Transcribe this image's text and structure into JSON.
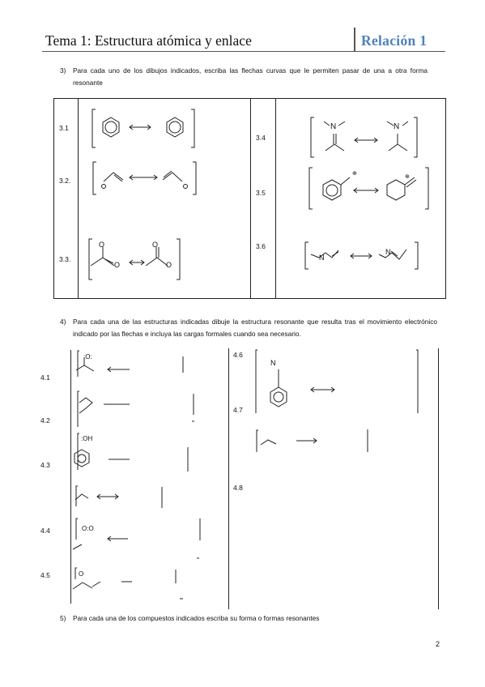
{
  "header": {
    "title": "Tema 1: Estructura atómica y enlace",
    "relation": "Relación 1"
  },
  "q3": {
    "num": "3)",
    "text": "Para cada uno de los dibujos indicados, escriba las flechas curvas que le permiten pasar de una a otra forma resonante",
    "labels": [
      "3.1",
      "3.2.",
      "3.3.",
      "3.4",
      "3.5",
      "3.6"
    ]
  },
  "q4": {
    "num": "4)",
    "text": "Para cada una de las estructuras indicadas dibuje la estructura resonante que resulta tras el movimiento electrónico indicado por las flechas e incluya las cargas formales cuando sea necesario.",
    "labels": [
      "4.1",
      "4.2",
      "4.3",
      "4.4",
      "4.5",
      "4.6",
      "4.7",
      "4.8"
    ]
  },
  "q5": {
    "num": "5)",
    "text": "Para cada una de los compuestos indicados escriba su forma o formas resonantes"
  },
  "page_number": "2"
}
